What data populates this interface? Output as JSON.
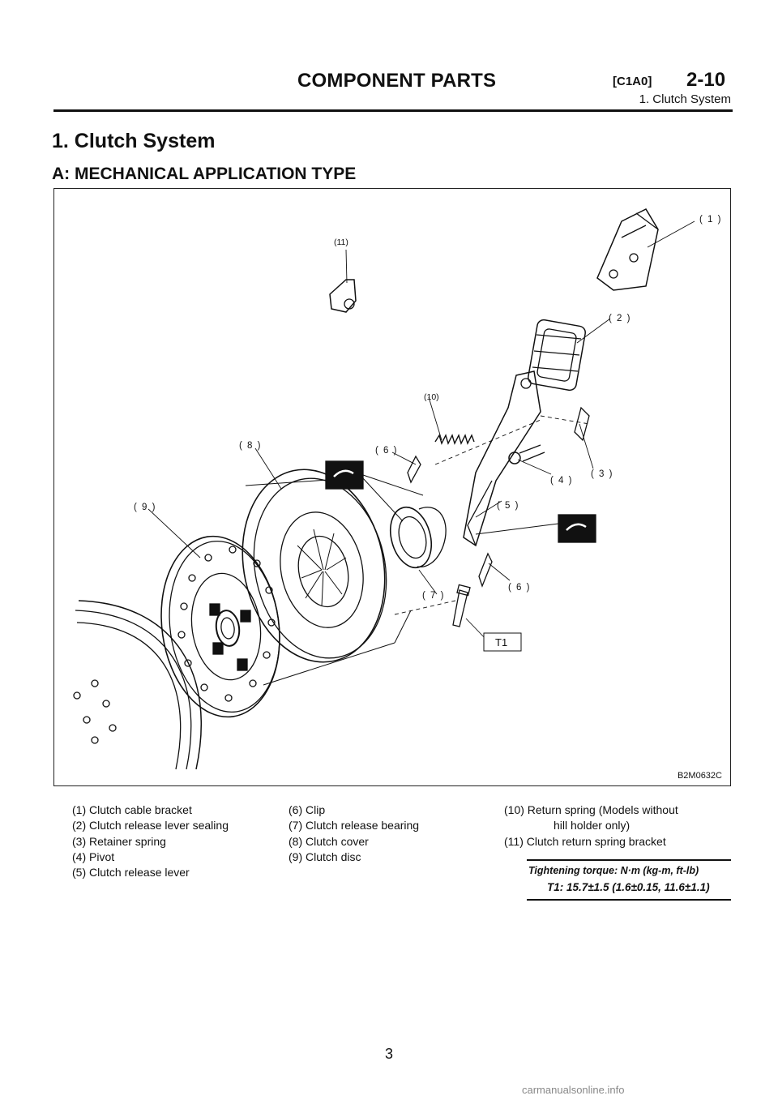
{
  "header": {
    "title": "COMPONENT PARTS",
    "code": "[C1A0]",
    "page_code": "2-10",
    "subtitle": "1. Clutch System"
  },
  "section": {
    "title": "1. Clutch System",
    "subtitle": "A: MECHANICAL APPLICATION TYPE"
  },
  "figure": {
    "id": "B2M0632C",
    "callouts": [
      "( 1 )",
      "( 2 )",
      "( 3 )",
      "( 4 )",
      "( 5 )",
      "( 6 )",
      "( 6 )",
      "( 7 )",
      "( 8 )",
      "( 9 )",
      "(10)",
      "(11)"
    ],
    "torque_tag": "T1"
  },
  "legend": {
    "col1": [
      "(1) Clutch cable bracket",
      "(2) Clutch release lever sealing",
      "(3) Retainer spring",
      "(4) Pivot",
      "(5) Clutch release lever"
    ],
    "col2": [
      "(6) Clip",
      "(7) Clutch release bearing",
      "(8) Clutch cover",
      "(9) Clutch disc"
    ],
    "col3_line1": "(10) Return spring (Models without",
    "col3_line2": "hill holder only)",
    "col3_line3": "(11) Clutch return spring bracket"
  },
  "torque": {
    "heading": "Tightening torque: N·m (kg-m, ft-lb)",
    "value": "T1: 15.7±1.5 (1.6±0.15, 11.6±1.1)"
  },
  "page_number": "3",
  "watermark": "carmanualsonline.info"
}
